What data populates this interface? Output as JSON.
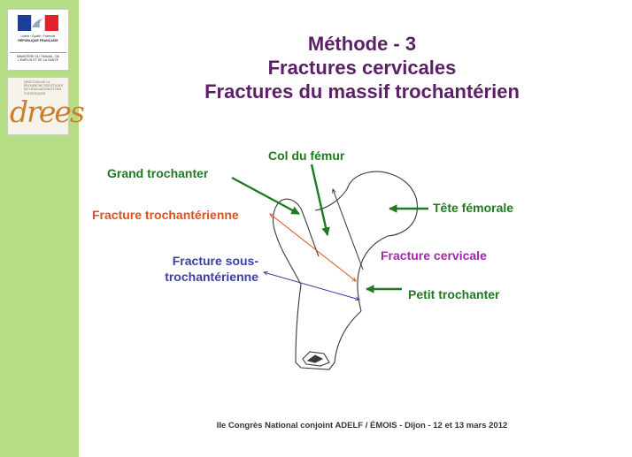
{
  "title": {
    "line1": "Méthode - 3",
    "line2": "Fractures cervicales",
    "line3": "Fractures du massif trochantérien"
  },
  "logos": {
    "republique": {
      "motto": "Liberté • Égalité • Fraternité",
      "name": "RÉPUBLIQUE FRANÇAISE",
      "ministry": "MINISTÈRE DU TRAVAIL, DE L'EMPLOI ET DE LA SANTÉ"
    },
    "drees": {
      "word": "drees",
      "side_text": "DIRECTION DE LA RECHERCHE DES ÉTUDES DE L'ÉVALUATION ET DES STATISTIQUES"
    }
  },
  "labels": {
    "col_femur": "Col du fémur",
    "grand_trochanter": "Grand trochanter",
    "tete_femorale": "Tête fémorale",
    "fracture_trochanterienne": "Fracture trochantérienne",
    "fracture_sous_line1": "Fracture sous-",
    "fracture_sous_line2": "trochantérienne",
    "fracture_cervicale": "Fracture cervicale",
    "petit_trochanter": "Petit trochanter"
  },
  "colors": {
    "sidebar": "#b5dd86",
    "title": "#5a1f66",
    "green": "#1f7a1f",
    "orange_red": "#e0501c",
    "blue": "#3b3fa6",
    "magenta": "#a328a8"
  },
  "footer": "IIe Congrès National conjoint ADELF / ÉMOIS - Dijon - 12 et 13 mars 2012"
}
